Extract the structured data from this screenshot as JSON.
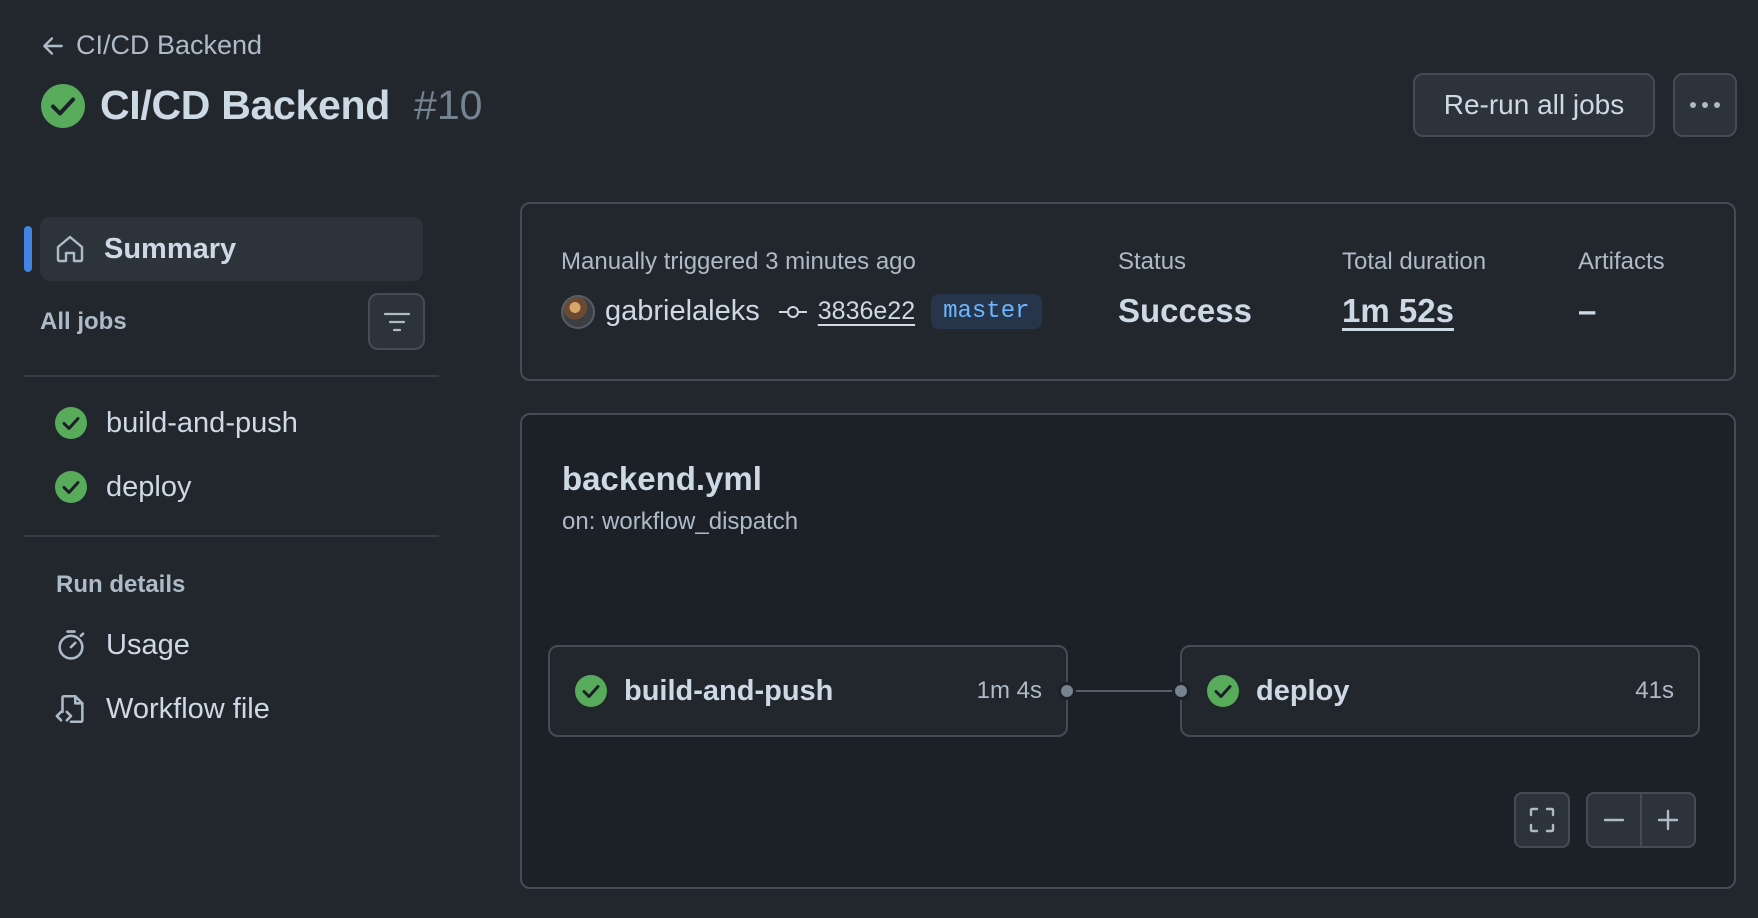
{
  "colors": {
    "background": "#22272e",
    "success": "#57ab5a",
    "accent": "#4184e4",
    "branch_text": "#6cb6ff"
  },
  "header": {
    "back_label": "CI/CD Backend",
    "title": "CI/CD Backend",
    "run_number": "#10",
    "rerun_label": "Re-run all jobs"
  },
  "sidebar": {
    "summary_label": "Summary",
    "all_jobs_label": "All jobs",
    "jobs": [
      {
        "name": "build-and-push",
        "status": "success"
      },
      {
        "name": "deploy",
        "status": "success"
      }
    ],
    "run_details_label": "Run details",
    "details": [
      {
        "label": "Usage",
        "icon": "stopwatch-icon"
      },
      {
        "label": "Workflow file",
        "icon": "file-code-icon"
      }
    ]
  },
  "summary": {
    "trigger_text": "Manually triggered 3 minutes ago",
    "author": "gabrielaleks",
    "commit_sha": "3836e22",
    "branch": "master",
    "status_label": "Status",
    "status_value": "Success",
    "duration_label": "Total duration",
    "duration_value": "1m 52s",
    "artifacts_label": "Artifacts",
    "artifacts_value": "–"
  },
  "workflow": {
    "file": "backend.yml",
    "trigger": "on: workflow_dispatch",
    "nodes": [
      {
        "name": "build-and-push",
        "duration": "1m 4s",
        "status": "success"
      },
      {
        "name": "deploy",
        "duration": "41s",
        "status": "success"
      }
    ]
  }
}
